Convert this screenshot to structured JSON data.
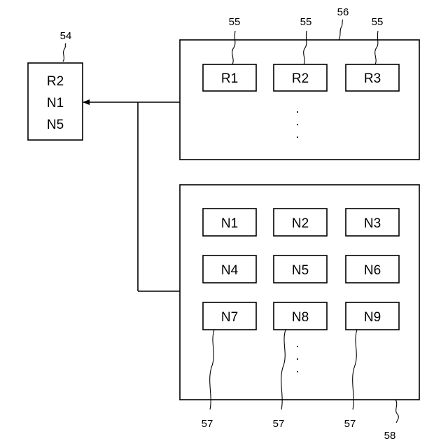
{
  "result_box": {
    "lines": [
      "R2",
      "N1",
      "N5"
    ],
    "ref": "54"
  },
  "upper_group": {
    "ref": "56",
    "items": [
      "R1",
      "R2",
      "R3"
    ],
    "item_refs": [
      "55",
      "55",
      "55"
    ],
    "ellipsis": "·"
  },
  "lower_group": {
    "ref": "58",
    "rows": [
      [
        "N1",
        "N2",
        "N3"
      ],
      [
        "N4",
        "N5",
        "N6"
      ],
      [
        "N7",
        "N8",
        "N9"
      ]
    ],
    "item_refs": [
      "57",
      "57",
      "57"
    ],
    "ellipsis": "·"
  }
}
